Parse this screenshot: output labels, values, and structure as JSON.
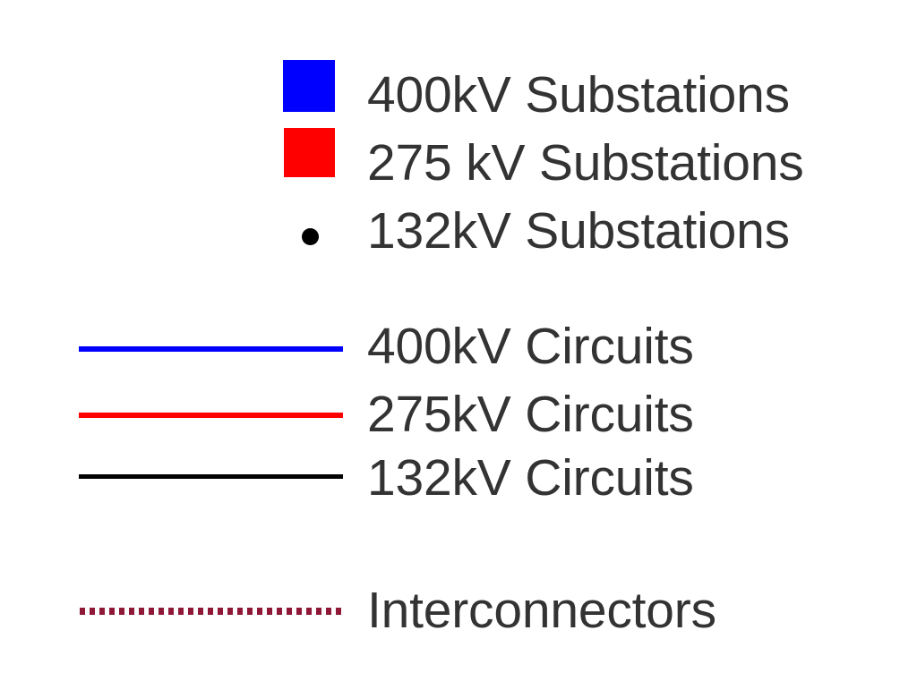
{
  "legend": {
    "title": "",
    "background_color": "#ffffff",
    "text_color": "#333333",
    "groups": [
      {
        "name": "substations",
        "items": [
          {
            "label": "400kV Substations",
            "symbol": "filled-square",
            "symbol_name": "blue-square-swatch",
            "color": "#0000ff"
          },
          {
            "label": "275 kV Substations",
            "symbol": "filled-square",
            "symbol_name": "red-square-swatch",
            "color": "#ff0000"
          },
          {
            "label": "132kV Substations",
            "symbol": "filled-circle",
            "symbol_name": "black-dot-swatch",
            "color": "#000000"
          }
        ]
      },
      {
        "name": "circuits",
        "items": [
          {
            "label": "400kV Circuits",
            "symbol": "solid-line",
            "symbol_name": "blue-line-swatch",
            "color": "#0000ff"
          },
          {
            "label": "275kV Circuits",
            "symbol": "solid-line",
            "symbol_name": "red-line-swatch",
            "color": "#fe0000"
          },
          {
            "label": "132kV Circuits",
            "symbol": "solid-line",
            "symbol_name": "black-line-swatch",
            "color": "#000000"
          }
        ]
      },
      {
        "name": "interconnectors",
        "items": [
          {
            "label": "Interconnectors",
            "symbol": "dotted-line",
            "symbol_name": "maroon-dotted-line-swatch",
            "color": "#8f1836"
          }
        ]
      }
    ]
  }
}
